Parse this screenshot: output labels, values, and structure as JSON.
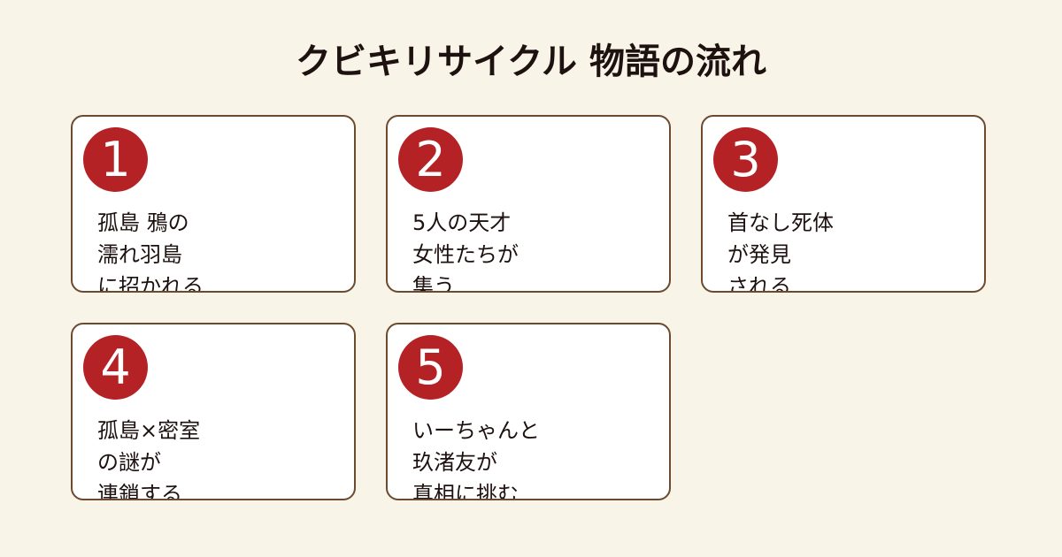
{
  "title": "クビキリサイクル 物語の流れ",
  "steps": [
    {
      "number": "1",
      "lines": [
        "孤島 鴉の",
        "濡れ羽島",
        "に招かれる"
      ]
    },
    {
      "number": "2",
      "lines": [
        "5人の天才",
        "女性たちが",
        "集う"
      ]
    },
    {
      "number": "3",
      "lines": [
        "首なし死体",
        "が発見",
        "される"
      ]
    },
    {
      "number": "4",
      "lines": [
        "孤島×密室",
        "の謎が",
        "連鎖する"
      ]
    },
    {
      "number": "5",
      "lines": [
        "いーちゃんと",
        "玖渚友が",
        "真相に挑む"
      ]
    }
  ],
  "colors": {
    "background": "#f9f4e8",
    "card_border": "#6b4a2f",
    "badge": "#b52226",
    "text": "#1e1210"
  }
}
